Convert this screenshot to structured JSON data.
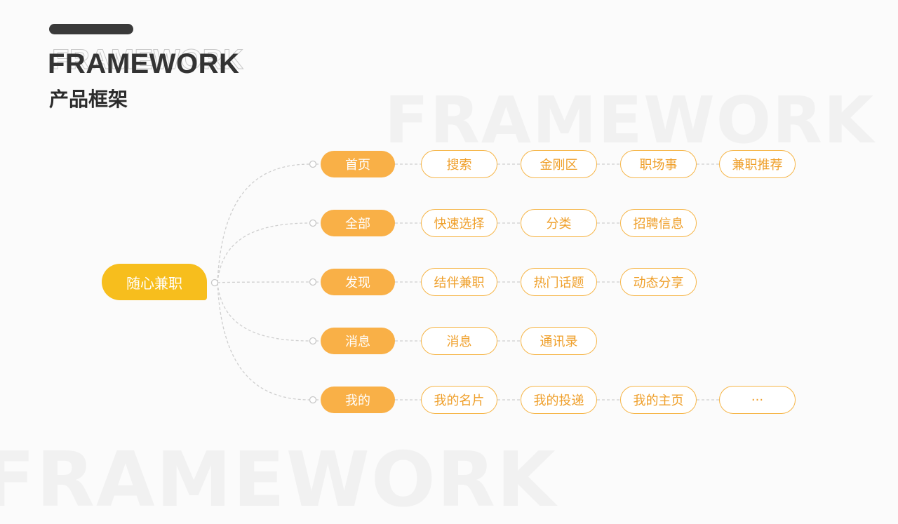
{
  "colors": {
    "background": "#fbfbfb",
    "root_fill": "#f7be1d",
    "branch_fill": "#f9b047",
    "leaf_border": "#f6b547",
    "leaf_text": "#ef9f2a",
    "connector": "#cfcfcf",
    "title_text": "#333333"
  },
  "header": {
    "title": "FRAMEWORK",
    "subtitle": "产品框架"
  },
  "watermark": {
    "text": "FRAMEWORK"
  },
  "mindmap": {
    "root": "随心兼职",
    "branches": [
      {
        "label": "首页",
        "children": [
          "搜索",
          "金刚区",
          "职场事",
          "兼职推荐"
        ]
      },
      {
        "label": "全部",
        "children": [
          "快速选择",
          "分类",
          "招聘信息"
        ]
      },
      {
        "label": "发现",
        "children": [
          "结伴兼职",
          "热门话题",
          "动态分享"
        ]
      },
      {
        "label": "消息",
        "children": [
          "消息",
          "通讯录"
        ]
      },
      {
        "label": "我的",
        "children": [
          "我的名片",
          "我的投递",
          "我的主页",
          "···"
        ]
      }
    ]
  }
}
